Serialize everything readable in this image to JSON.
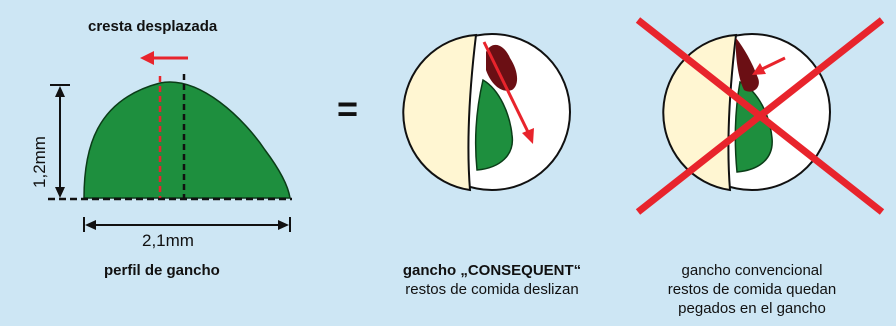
{
  "profile": {
    "title": "cresta desplazada",
    "height_label": "1,2mm",
    "width_label": "2,1mm",
    "caption": "perfil de gancho"
  },
  "equals_sign": "=",
  "consequent": {
    "caption_title": "gancho „CONSEQUENT“",
    "caption_text": "restos de comida deslizan"
  },
  "conventional": {
    "caption_lines": [
      "gancho convencional",
      "restos de comida quedan",
      "pegados en el gancho"
    ]
  },
  "colors": {
    "background": "#cde6f4",
    "hook_green": "#1e8f3e",
    "arrow_red": "#e8242c",
    "cream": "#fff6d2",
    "food_debris": "#6b0f14"
  }
}
